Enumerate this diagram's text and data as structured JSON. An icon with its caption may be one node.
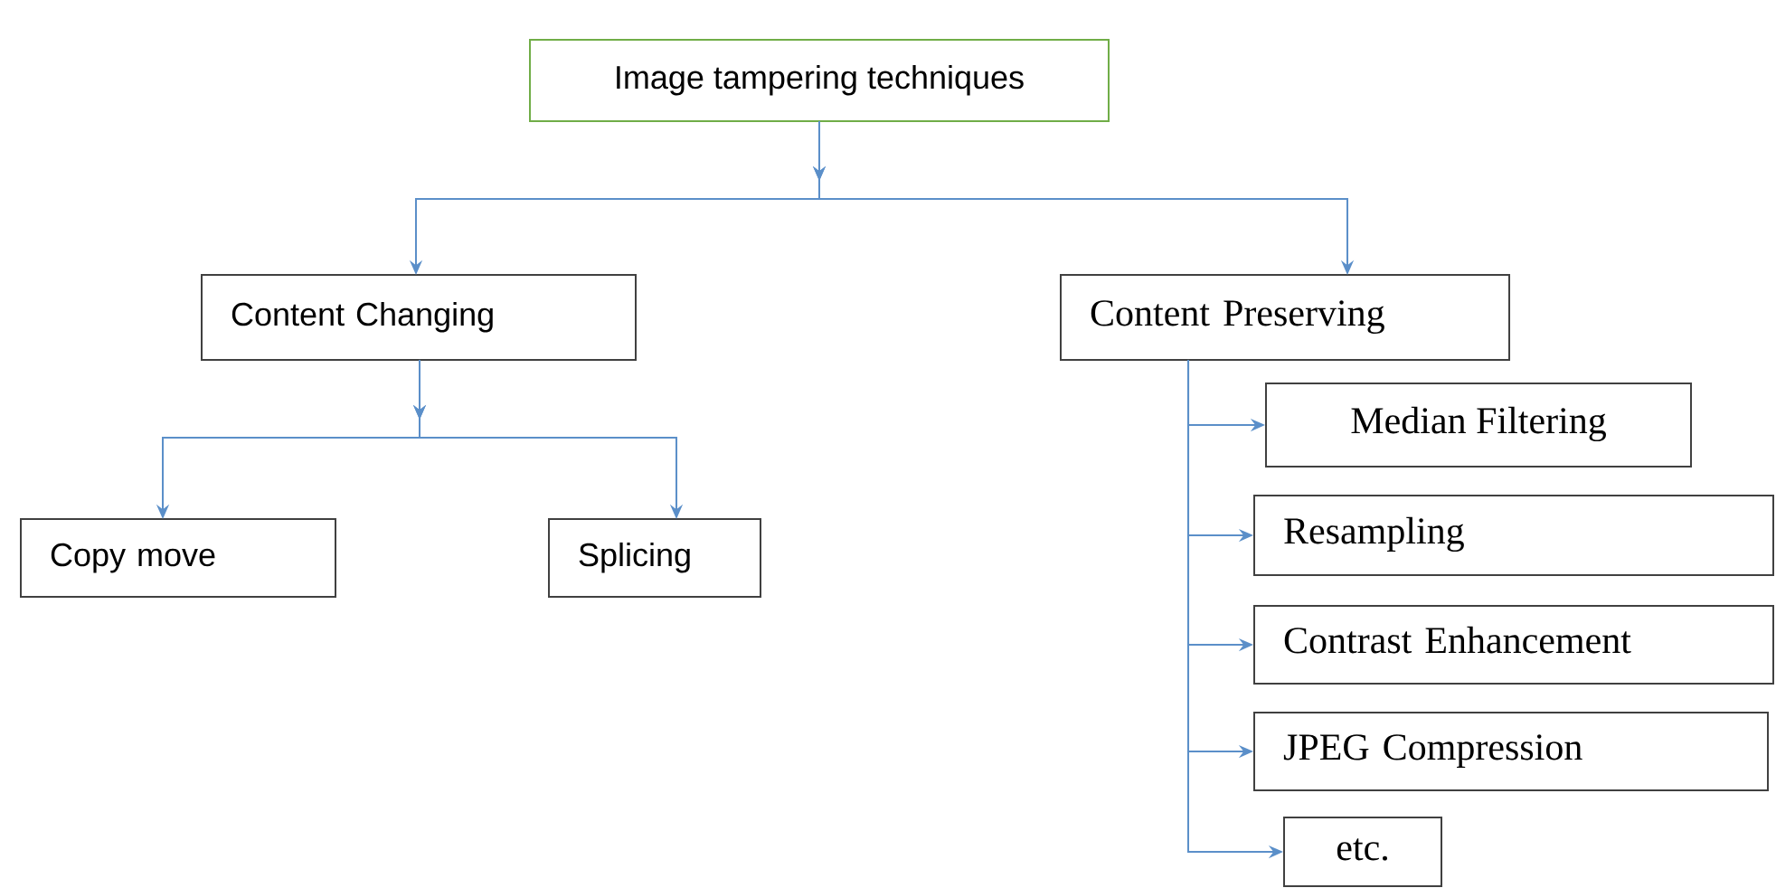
{
  "diagram": {
    "nodes": [
      {
        "text": [
          "Image tampering techniques"
        ]
      },
      {
        "text": [
          "Content Changing"
        ]
      },
      {
        "text": [
          "Content Preserving"
        ]
      },
      {
        "text": [
          "Copy move"
        ]
      },
      {
        "text": [
          "Splicing"
        ]
      },
      {
        "text": [
          "Median Filtering"
        ]
      },
      {
        "text": [
          "Resampling"
        ]
      },
      {
        "text": [
          "Contrast Enhancement"
        ]
      },
      {
        "text": [
          "JPEG Compression"
        ]
      },
      {
        "text": [
          "etc."
        ]
      }
    ],
    "edges": [
      {
        "from": 0,
        "to": 1,
        "arrow": "to"
      },
      {
        "from": 0,
        "to": 2,
        "arrow": "to"
      },
      {
        "from": 1,
        "to": 3,
        "arrow": "to"
      },
      {
        "from": 1,
        "to": 4,
        "arrow": "to"
      },
      {
        "from": 2,
        "to": 5,
        "arrow": "to"
      },
      {
        "from": 2,
        "to": 6,
        "arrow": "to"
      },
      {
        "from": 2,
        "to": 7,
        "arrow": "to"
      },
      {
        "from": 2,
        "to": 8,
        "arrow": "to"
      },
      {
        "from": 2,
        "to": 9,
        "arrow": "to"
      }
    ]
  }
}
